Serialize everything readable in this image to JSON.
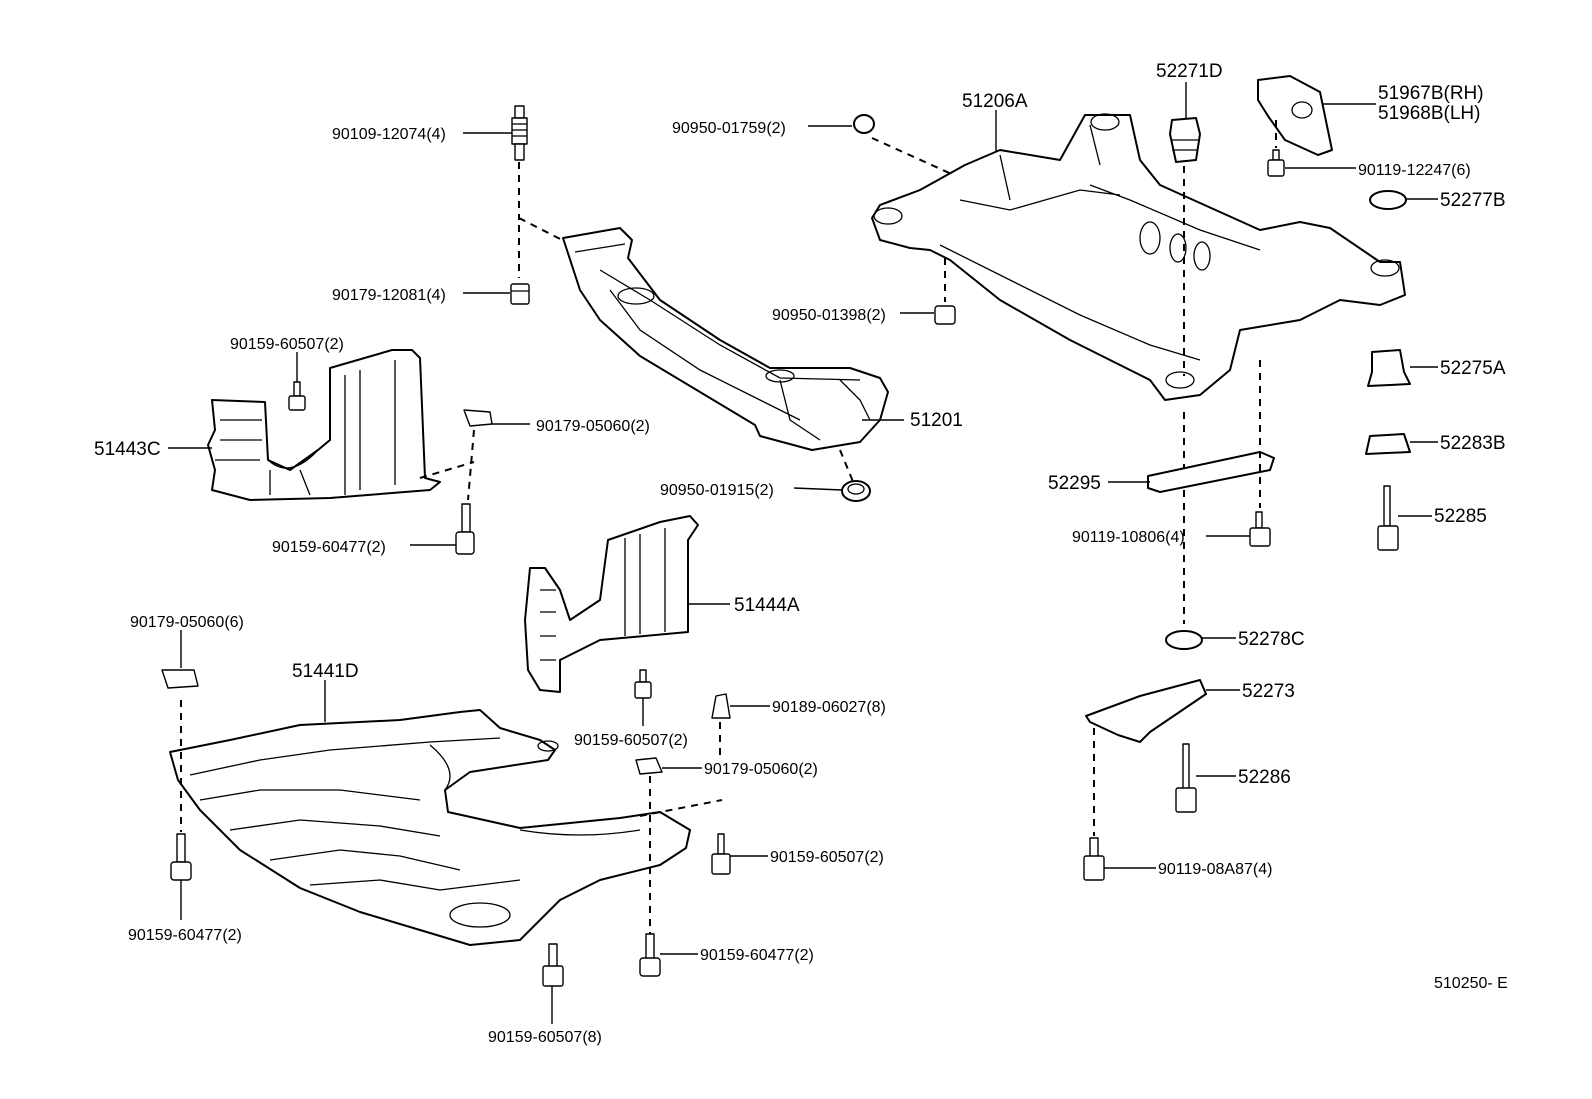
{
  "colors": {
    "ink": "#000000",
    "paper": "#ffffff"
  },
  "diagram_code": "510250- E",
  "labels": {
    "p90109_12074": "90109-12074(4)",
    "p90179_12081": "90179-12081(4)",
    "p90159_60507_a": "90159-60507(2)",
    "p51443C": "51443C",
    "p90179_05060_a": "90179-05060(2)",
    "p90159_60477_a": "90159-60477(2)",
    "p90950_01759": "90950-01759(2)",
    "p90950_01398": "90950-01398(2)",
    "p51201": "51201",
    "p90950_01915": "90950-01915(2)",
    "p51206A": "51206A",
    "p52271D": "52271D",
    "p51967B": "51967B(RH)",
    "p51968B": "51968B(LH)",
    "p90119_12247": "90119-12247(6)",
    "p52277B": "52277B",
    "p52275A": "52275A",
    "p52283B": "52283B",
    "p52295": "52295",
    "p52285": "52285",
    "p90119_10806": "90119-10806(4)",
    "p52278C": "52278C",
    "p52273": "52273",
    "p52286": "52286",
    "p90119_08A87": "90119-08A87(4)",
    "p51444A": "51444A",
    "p90179_05060_b": "90179-05060(6)",
    "p51441D": "51441D",
    "p90189_06027": "90189-06027(8)",
    "p90159_60507_b": "90159-60507(2)",
    "p90179_05060_c": "90179-05060(2)",
    "p90159_60507_c": "90159-60507(2)",
    "p90159_60477_b": "90159-60477(2)",
    "p90159_60477_c": "90159-60477(2)",
    "p90159_60507_d": "90159-60507(8)"
  }
}
